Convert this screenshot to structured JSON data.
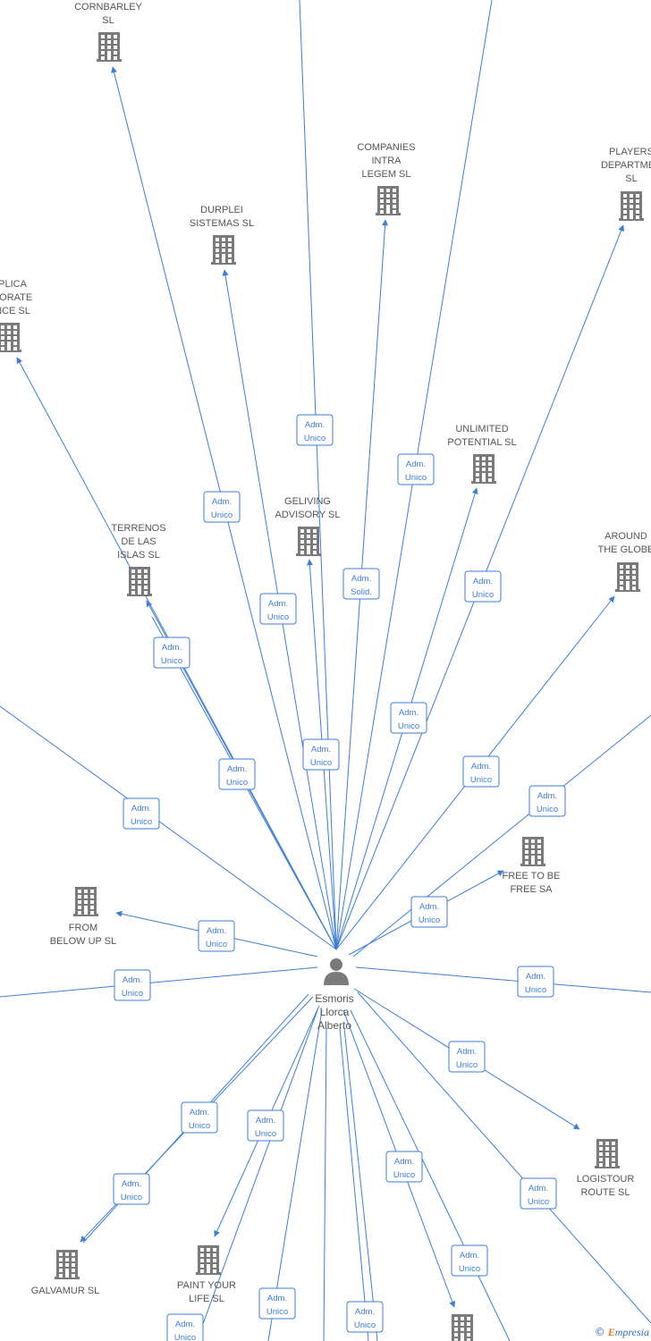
{
  "person": {
    "name_lines": [
      "Esmoris",
      "Llorca",
      "Alberto"
    ],
    "icon": "person-icon"
  },
  "companies": [
    {
      "id": "cornbarley",
      "lines": [
        "CORNBARLEY",
        "SL"
      ]
    },
    {
      "id": "companies-intra",
      "lines": [
        "COMPANIES",
        "INTRA",
        "LEGEM SL"
      ]
    },
    {
      "id": "players",
      "lines": [
        "PLAYERS",
        "DEPARTMEN",
        "SL"
      ]
    },
    {
      "id": "durplei",
      "lines": [
        "DURPLEI",
        "SISTEMAS  SL"
      ]
    },
    {
      "id": "plica",
      "lines": [
        "PLICA",
        "PORATE",
        "NCE  SL"
      ]
    },
    {
      "id": "unlimited",
      "lines": [
        "UNLIMITED",
        "POTENTIAL  SL"
      ]
    },
    {
      "id": "geliving",
      "lines": [
        "GELIVING",
        "ADVISORY  SL"
      ]
    },
    {
      "id": "terrenos",
      "lines": [
        "TERRENOS",
        "DE LAS",
        "ISLAS  SL"
      ]
    },
    {
      "id": "around",
      "lines": [
        "AROUND",
        "THE GLOBE"
      ]
    },
    {
      "id": "free",
      "lines": [
        "FREE TO BE",
        "FREE SA"
      ]
    },
    {
      "id": "from-below",
      "lines": [
        "FROM",
        "BELOW UP  SL"
      ]
    },
    {
      "id": "logistour",
      "lines": [
        "LOGISTOUR",
        "ROUTE  SL"
      ]
    },
    {
      "id": "galvamur",
      "lines": [
        "GALVAMUR  SL"
      ]
    },
    {
      "id": "paint",
      "lines": [
        "PAINT YOUR",
        "LIFE  SL"
      ]
    },
    {
      "id": "bottom-unnamed",
      "lines": []
    }
  ],
  "roles": [
    {
      "lines": [
        "Adm.",
        "Unico"
      ]
    },
    {
      "lines": [
        "Adm.",
        "Unico"
      ]
    },
    {
      "lines": [
        "Adm.",
        "Unico"
      ]
    },
    {
      "lines": [
        "Adm.",
        "Unico"
      ]
    },
    {
      "lines": [
        "Adm.",
        "Solid."
      ]
    },
    {
      "lines": [
        "Adm.",
        "Unico"
      ]
    },
    {
      "lines": [
        "Adm.",
        "Unico"
      ]
    },
    {
      "lines": [
        "Adm.",
        "Unico"
      ]
    },
    {
      "lines": [
        "Adm.",
        "Unico"
      ]
    },
    {
      "lines": [
        "Adm.",
        "Unico"
      ]
    },
    {
      "lines": [
        "Adm.",
        "Unico"
      ]
    },
    {
      "lines": [
        "Adm.",
        "Unico"
      ]
    },
    {
      "lines": [
        "Adm.",
        "Unico"
      ]
    },
    {
      "lines": [
        "Adm.",
        "Unico"
      ]
    },
    {
      "lines": [
        "Adm.",
        "Unico"
      ]
    },
    {
      "lines": [
        "Adm.",
        "Unico"
      ]
    },
    {
      "lines": [
        "Adm.",
        "Unico"
      ]
    },
    {
      "lines": [
        "Adm.",
        "Unico"
      ]
    },
    {
      "lines": [
        "Adm.",
        "Unico"
      ]
    },
    {
      "lines": [
        "Adm.",
        "Unico"
      ]
    },
    {
      "lines": [
        "Adm.",
        "Unico"
      ]
    },
    {
      "lines": [
        "Adm.",
        "Unico"
      ]
    },
    {
      "lines": [
        "Adm.",
        "Unico"
      ]
    },
    {
      "lines": [
        "Adm.",
        "Unico"
      ]
    },
    {
      "lines": [
        "Adm.",
        "Unico"
      ]
    },
    {
      "lines": [
        "Adm.",
        "Unico"
      ]
    },
    {
      "lines": [
        "Adm.",
        "Unico"
      ]
    },
    {
      "lines": [
        "Adm.",
        "Unico"
      ]
    },
    {
      "lines": [
        "Adm.",
        "Unico"
      ]
    }
  ],
  "footer": {
    "copyright": "©",
    "brand_initial": "E",
    "brand_rest": "mpresia"
  },
  "colors": {
    "edge": "#3b7dd8",
    "icon": "#7a7a7a",
    "label": "#555555"
  }
}
